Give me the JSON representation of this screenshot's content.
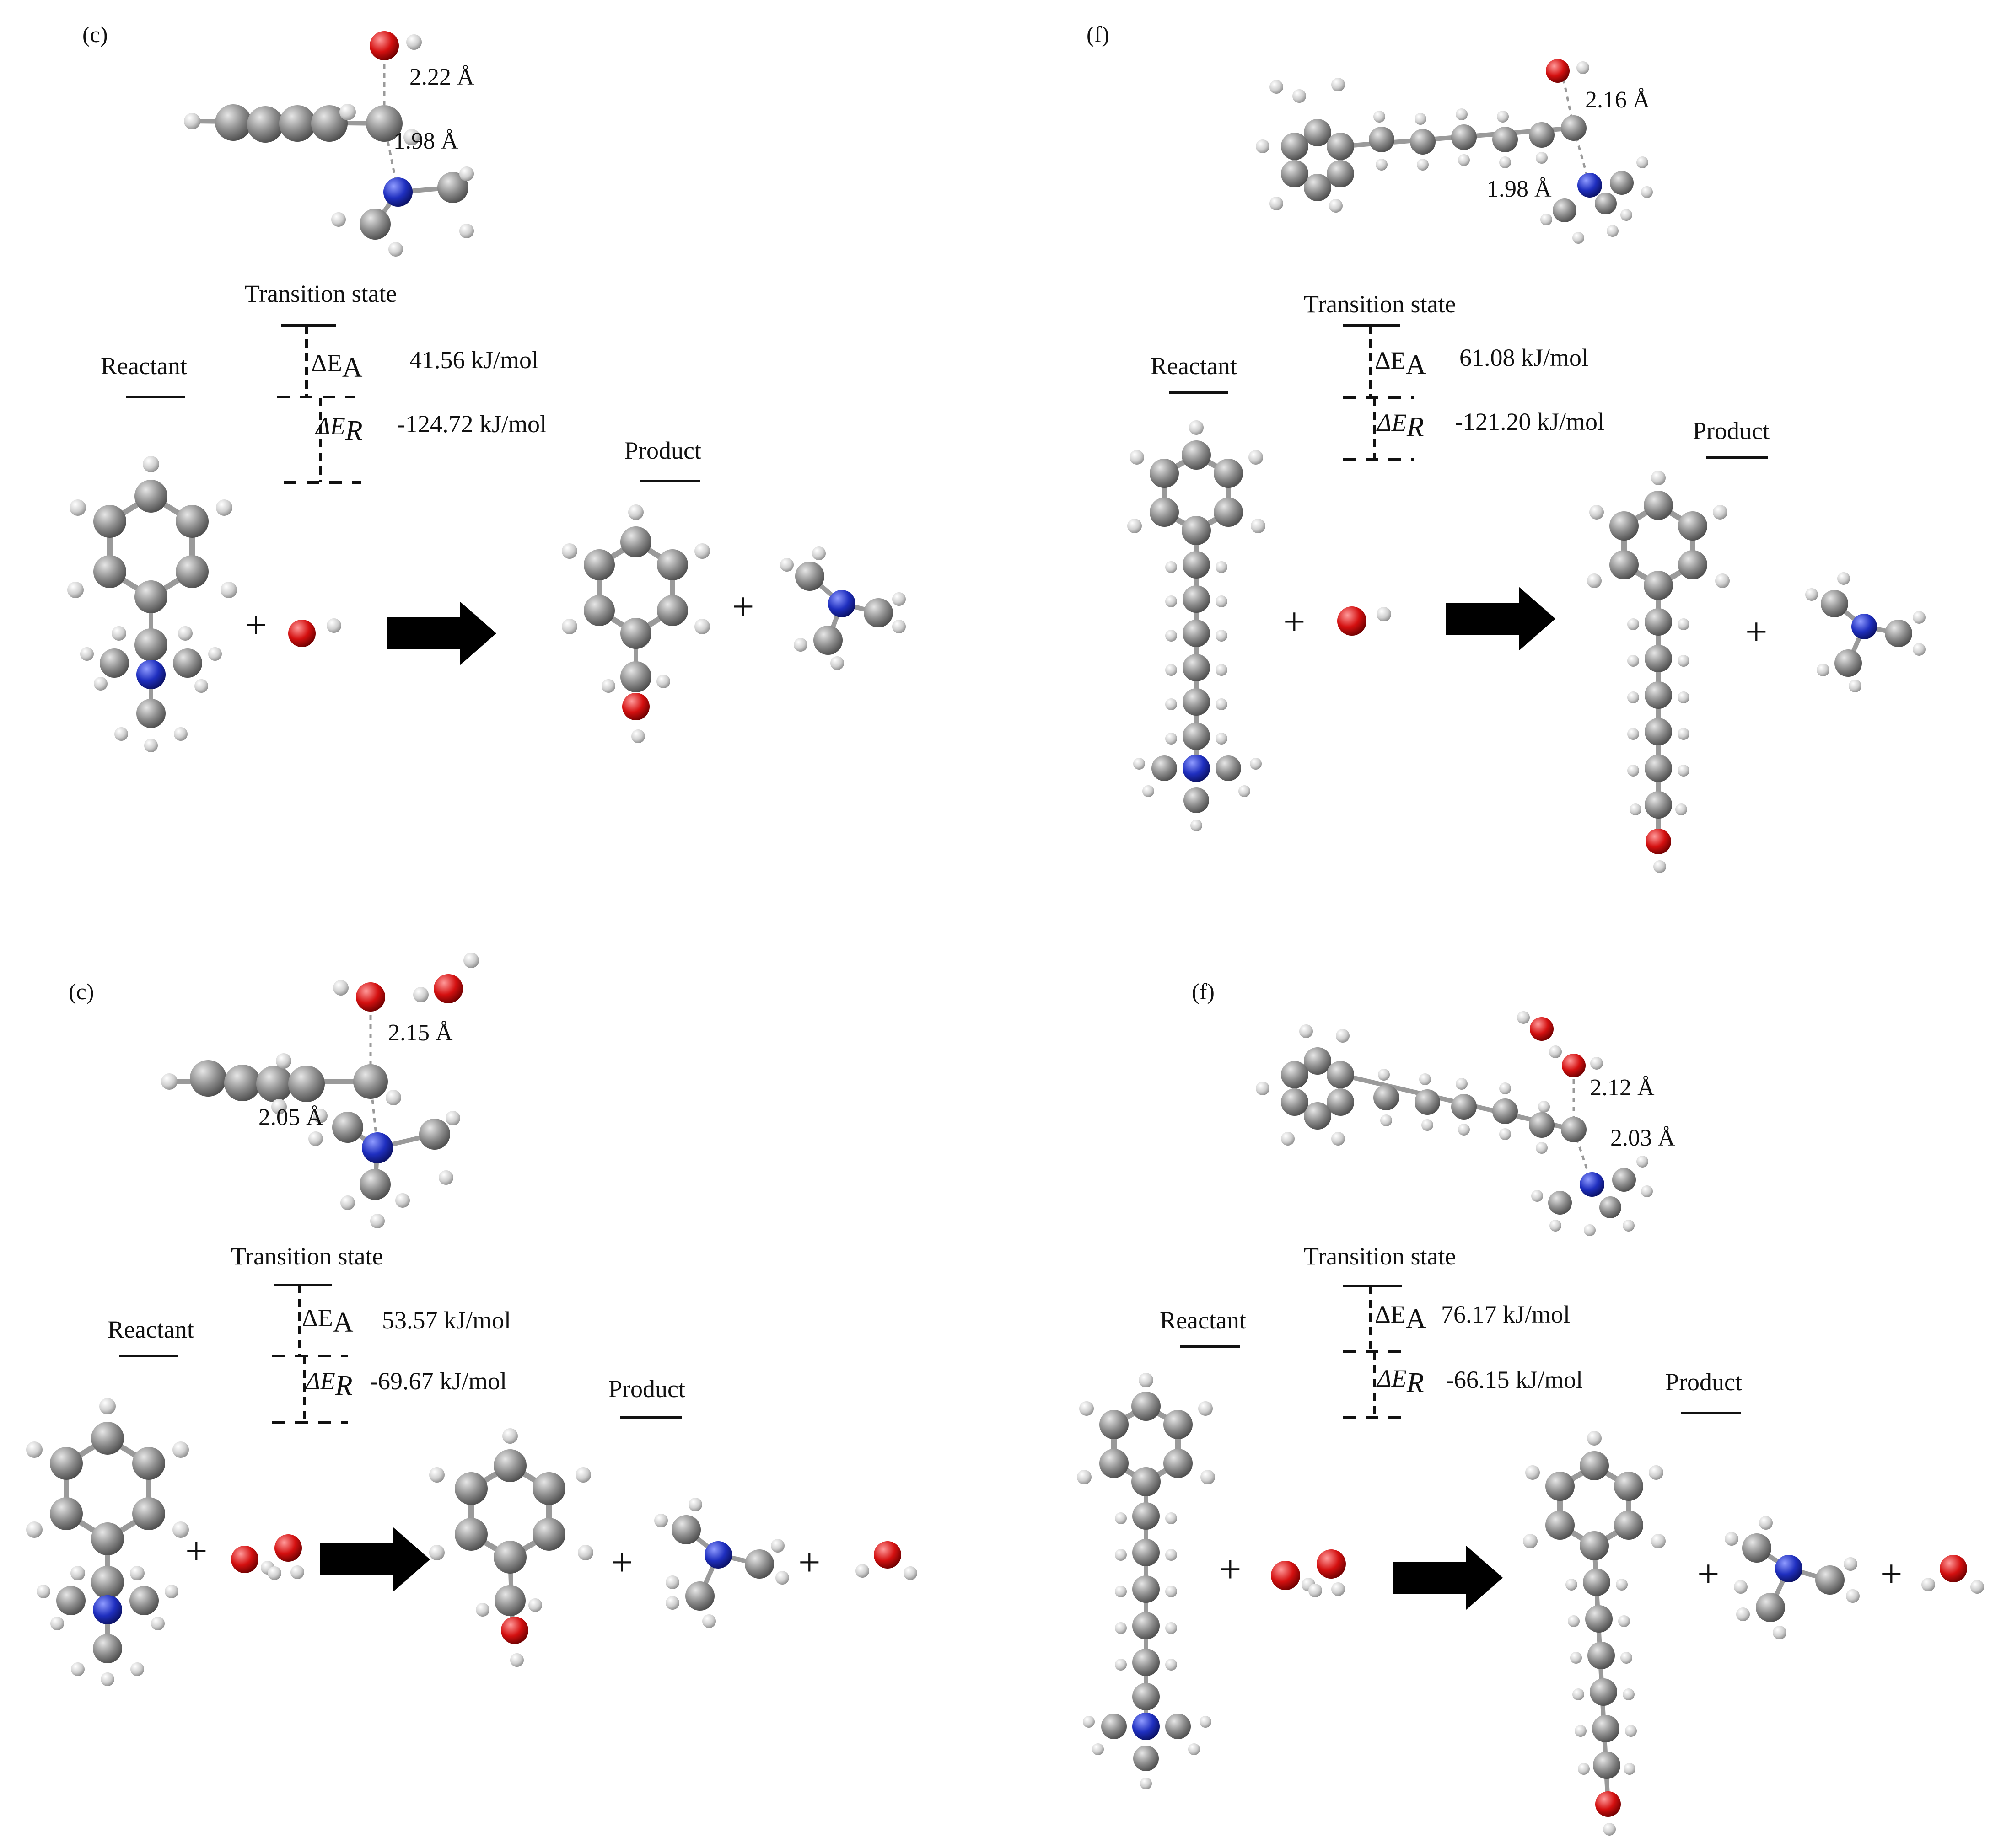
{
  "labels": {
    "transition_state": "Transition state",
    "reactant": "Reactant",
    "product": "Product",
    "plus": "+",
    "delta_ea": "ΔE",
    "delta_ea_sub": "A",
    "delta_er": "ΔE",
    "delta_er_sub": "R"
  },
  "colors": {
    "carbon": "#8c8c8c",
    "hydrogen": "#d9d9d9",
    "nitrogen": "#1f2fbf",
    "oxygen": "#d41010",
    "bond": "#9a9a9a",
    "text": "#111111"
  },
  "panels": [
    {
      "id": "top-left",
      "tag": "(c)",
      "distances": [
        "2.22 Å",
        "1.98 Å"
      ],
      "ea": "41.56 kJ/mol",
      "er": "-124.72 kJ/mol"
    },
    {
      "id": "top-right",
      "tag": "(f)",
      "distances": [
        "2.16 Å",
        "1.98 Å"
      ],
      "ea": "61.08 kJ/mol",
      "er": "-121.20 kJ/mol"
    },
    {
      "id": "bottom-left",
      "tag": "(c)",
      "distances": [
        "2.15 Å",
        "2.05 Å"
      ],
      "ea": "53.57 kJ/mol",
      "er": "-69.67 kJ/mol"
    },
    {
      "id": "bottom-right",
      "tag": "(f)",
      "distances": [
        "2.12 Å",
        "2.03 Å"
      ],
      "ea": "76.17  kJ/mol",
      "er": "-66.15 kJ/mol"
    }
  ]
}
